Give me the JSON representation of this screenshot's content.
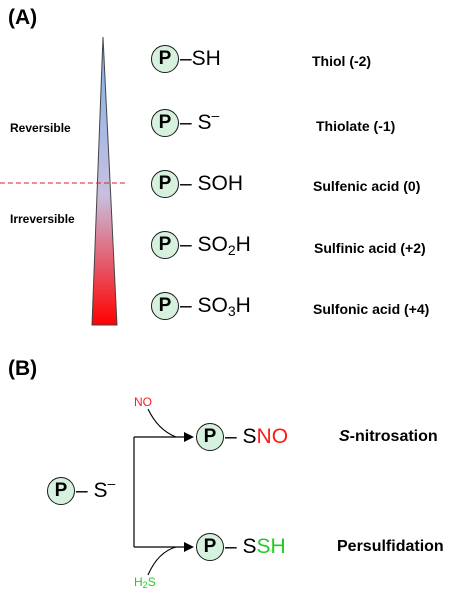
{
  "panel_a": {
    "label": "(A)",
    "reversible_label": "Reversible",
    "irreversible_label": "Irreversible",
    "protein_symbol": "P",
    "rows": [
      {
        "group": "–SH",
        "sub": "",
        "tail": "",
        "name": "Thiol (-2)"
      },
      {
        "group": "– S",
        "sup": "–",
        "sub": "",
        "tail": "",
        "name": "Thiolate (-1)"
      },
      {
        "group": "– SOH",
        "sub": "",
        "tail": "",
        "name": "Sulfenic acid (0)"
      },
      {
        "group": "– SO",
        "sub": "2",
        "tail": "H",
        "name": "Sulfinic acid (+2)"
      },
      {
        "group": "– SO",
        "sub": "3",
        "tail": "H",
        "name": "Sulfonic acid (+4)"
      }
    ],
    "colors": {
      "gradient_top": "#7fb2e8",
      "gradient_bottom": "#ff0000",
      "divider": "#e02020"
    }
  },
  "panel_b": {
    "label": "(B)",
    "protein_symbol": "P",
    "start_group": "– S",
    "start_charge": "–",
    "top_reagent": "NO",
    "top_product_s": "– S",
    "top_product_mod": "NO",
    "top_name_italic": "S",
    "top_name_rest": "-nitrosation",
    "bottom_reagent_main": "H",
    "bottom_reagent_sub": "2",
    "bottom_reagent_tail": "S",
    "bottom_product_s": "– S",
    "bottom_product_mod": "SH",
    "bottom_name": "Persulfidation",
    "colors": {
      "no": "#ff1a1a",
      "h2s": "#22cc22"
    }
  }
}
